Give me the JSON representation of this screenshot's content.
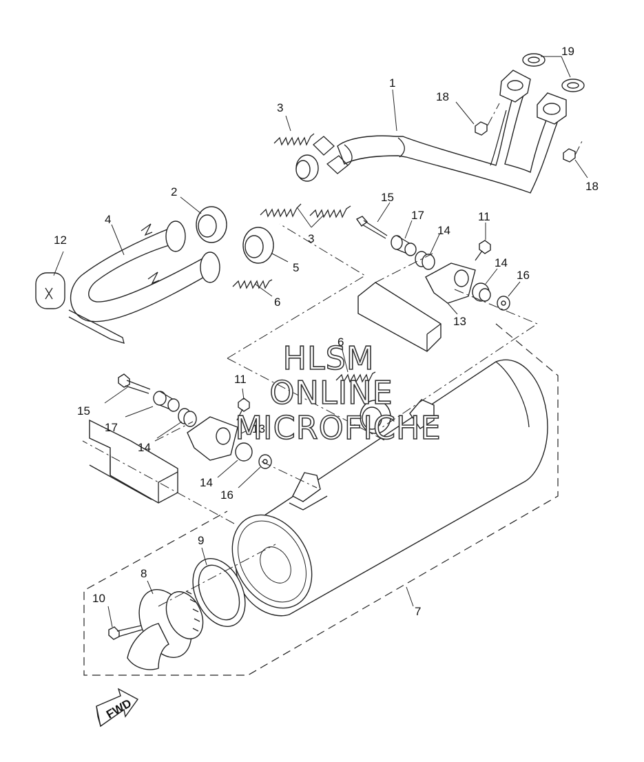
{
  "diagram": {
    "callouts": [
      {
        "id": "c1",
        "number": "1"
      },
      {
        "id": "c2",
        "number": "2"
      },
      {
        "id": "c3a",
        "number": "3"
      },
      {
        "id": "c3b",
        "number": "3"
      },
      {
        "id": "c4",
        "number": "4"
      },
      {
        "id": "c5",
        "number": "5"
      },
      {
        "id": "c6a",
        "number": "6"
      },
      {
        "id": "c6b",
        "number": "6"
      },
      {
        "id": "c7",
        "number": "7"
      },
      {
        "id": "c8",
        "number": "8"
      },
      {
        "id": "c9",
        "number": "9"
      },
      {
        "id": "c10",
        "number": "10"
      },
      {
        "id": "c11a",
        "number": "11"
      },
      {
        "id": "c11b",
        "number": "11"
      },
      {
        "id": "c12",
        "number": "12"
      },
      {
        "id": "c13a",
        "number": "13"
      },
      {
        "id": "c13b",
        "number": "13"
      },
      {
        "id": "c14a",
        "number": "14"
      },
      {
        "id": "c14b",
        "number": "14"
      },
      {
        "id": "c14c",
        "number": "14"
      },
      {
        "id": "c14d",
        "number": "14"
      },
      {
        "id": "c15a",
        "number": "15"
      },
      {
        "id": "c15b",
        "number": "15"
      },
      {
        "id": "c16a",
        "number": "16"
      },
      {
        "id": "c16b",
        "number": "16"
      },
      {
        "id": "c17a",
        "number": "17"
      },
      {
        "id": "c17b",
        "number": "17"
      },
      {
        "id": "c18a",
        "number": "18"
      },
      {
        "id": "c18b",
        "number": "18"
      },
      {
        "id": "c19",
        "number": "19"
      }
    ],
    "watermark": [
      "HLSM",
      "ONLINE",
      "MICROFICHE"
    ],
    "fwd_label": "FWD"
  }
}
